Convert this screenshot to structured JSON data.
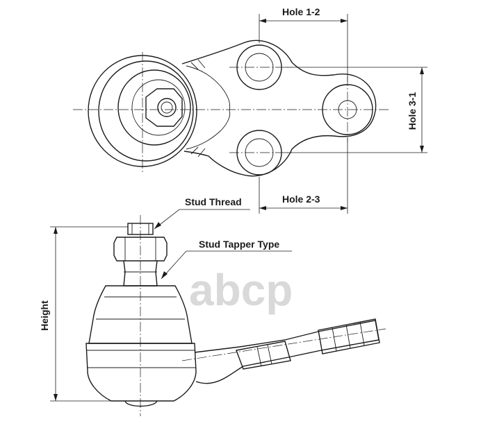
{
  "dimensions": {
    "hole_1_2": "Hole 1-2",
    "hole_2_3": "Hole 2-3",
    "hole_3_1": "Hole 3-1",
    "height": "Height"
  },
  "callouts": {
    "stud_thread": "Stud Thread",
    "stud_tapper_type": "Stud Tapper Type"
  },
  "watermark": "abcp",
  "colors": {
    "line": "#1a1a1a",
    "watermark": "#d9d9d9"
  }
}
